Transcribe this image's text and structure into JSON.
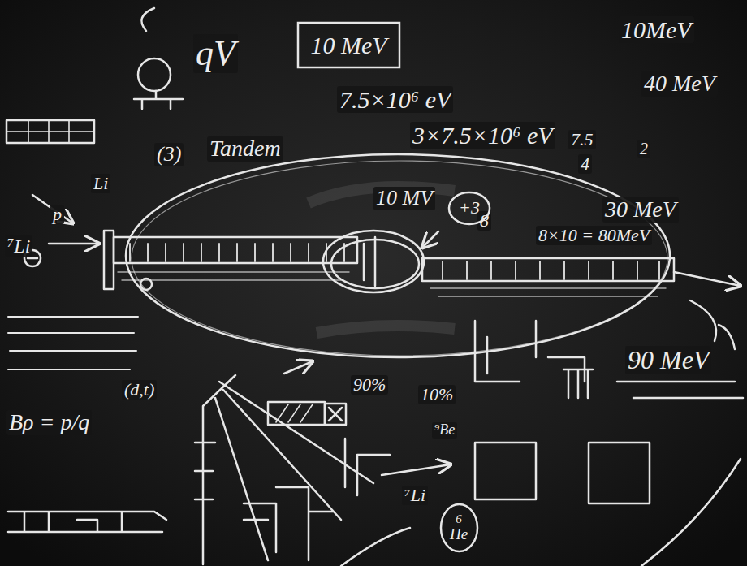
{
  "diagram": {
    "nodes": [
      {
        "text": [
          "10 MeV"
        ]
      },
      {
        "text": [
          "+3"
        ]
      },
      {
        "text": [
          "6",
          "He"
        ]
      }
    ],
    "labels": [
      "qV",
      "7.5×10⁶ eV",
      "3×7.5×10⁶ eV",
      "10MeV",
      "40 MeV",
      "7.5",
      "4",
      "2",
      "(3)",
      "Tandem",
      "Li",
      "p",
      "⁷Li",
      "10 MV",
      "30 MeV",
      "8",
      "8×10 = 80MeV",
      "90 MeV",
      "90%",
      "10%",
      "⁹Be",
      "⁷Li",
      "Bρ = p/q",
      "(d,t)"
    ]
  }
}
